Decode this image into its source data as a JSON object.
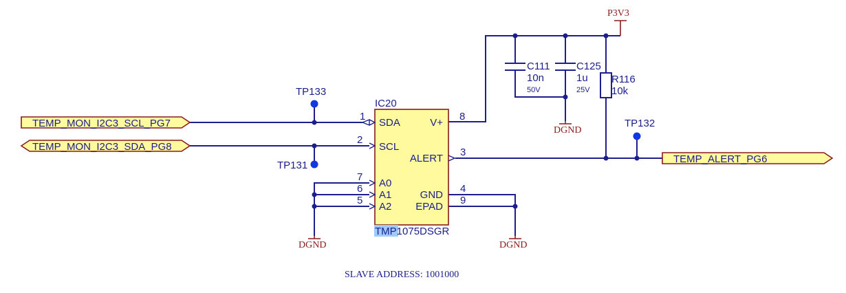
{
  "ic": {
    "designator": "IC20",
    "part_highlight": "TMP",
    "part_rest": "1075DSGR",
    "pins": [
      {
        "num": "1",
        "name": "SDA"
      },
      {
        "num": "2",
        "name": "SCL"
      },
      {
        "num": "7",
        "name": "A0"
      },
      {
        "num": "6",
        "name": "A1"
      },
      {
        "num": "5",
        "name": "A2"
      },
      {
        "num": "8",
        "name": "V+"
      },
      {
        "num": "3",
        "name": "ALERT"
      },
      {
        "num": "4",
        "name": "GND"
      },
      {
        "num": "9",
        "name": "EPAD"
      }
    ]
  },
  "ports": {
    "scl": "TEMP_MON_I2C3_SCL_PG7",
    "sda": "TEMP_MON_I2C3_SDA_PG8",
    "alert": "TEMP_ALERT_PG6"
  },
  "test_points": {
    "tp133": "TP133",
    "tp131": "TP131",
    "tp132": "TP132"
  },
  "capacitors": [
    {
      "ref": "C111",
      "value": "10n",
      "voltage": "50V"
    },
    {
      "ref": "C125",
      "value": "1u",
      "voltage": "25V"
    }
  ],
  "resistor": {
    "ref": "R116",
    "value": "10k"
  },
  "power": {
    "supply": "P3V3",
    "gnd_left": "DGND",
    "gnd_caps": "DGND",
    "gnd_right": "DGND"
  },
  "note": "SLAVE ADDRESS: 1001000",
  "colors": {
    "wire": "#1b1e8c",
    "power": "#8b1a1a",
    "port_fill": "#fffa9e",
    "ic_fill": "#fffa9e",
    "test_point": "#1438e0",
    "highlight": "#9ecbff"
  }
}
